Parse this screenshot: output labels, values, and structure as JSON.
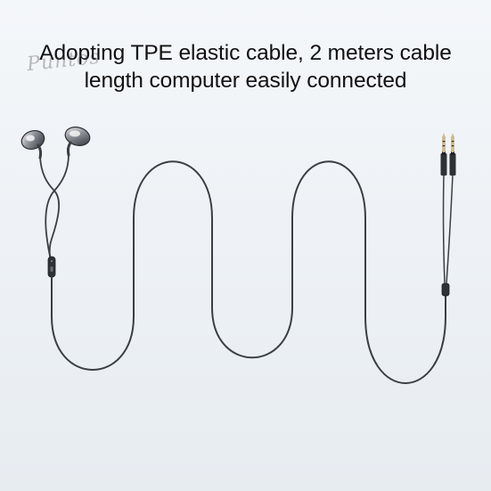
{
  "headline": {
    "line1": "Adopting TPE elastic cable, 2 meters cable",
    "line2": "length computer easily connected"
  },
  "watermark": "Puntos",
  "colors": {
    "background": "#eef2f6",
    "cable": "#3b3e44",
    "text": "#111111",
    "metal": "#c9a66b"
  },
  "icons": [
    "earbud-icon",
    "microphone-icon",
    "audio-jack-icon"
  ]
}
